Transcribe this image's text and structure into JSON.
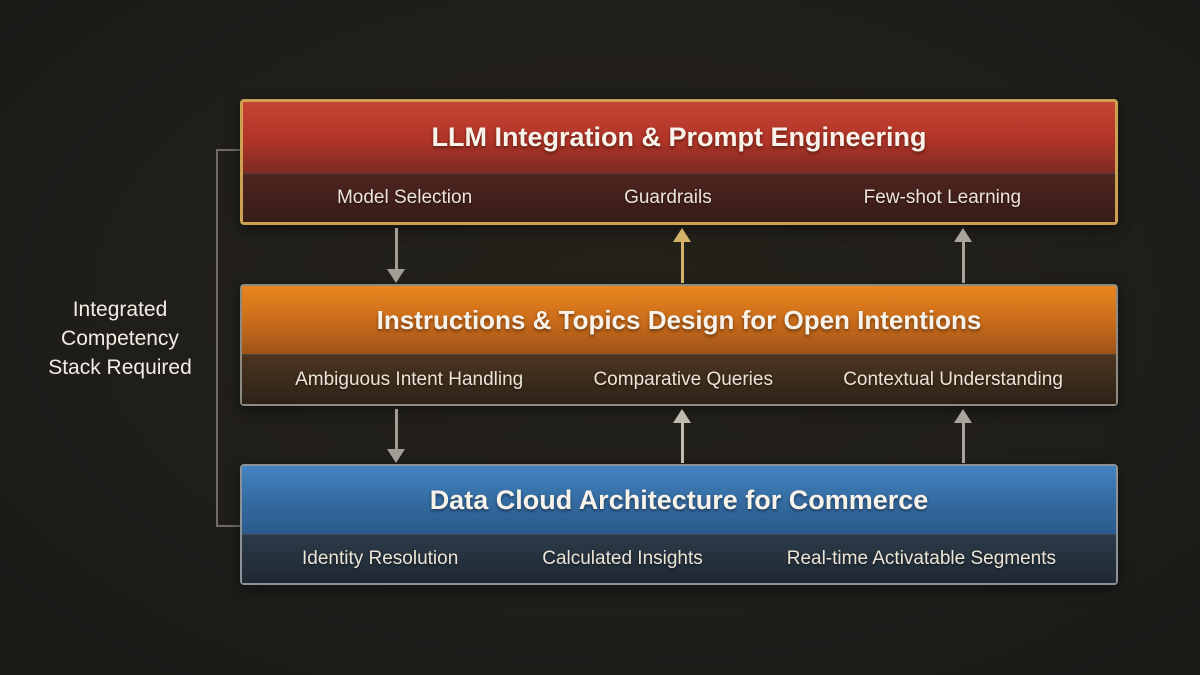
{
  "side_label": {
    "lines": [
      "Integrated",
      "Competency",
      "Stack Required"
    ]
  },
  "layers": [
    {
      "id": "llm-integration",
      "title": "LLM Integration & Prompt Engineering",
      "items": [
        "Model Selection",
        "Guardrails",
        "Few-shot Learning"
      ],
      "accent_color": "#c74534",
      "border_color": "#cba050"
    },
    {
      "id": "instructions-topics",
      "title": "Instructions & Topics Design for Open Intentions",
      "items": [
        "Ambiguous Intent Handling",
        "Comparative Queries",
        "Contextual Understanding"
      ],
      "accent_color": "#e8871f",
      "border_color": "#8d8a82"
    },
    {
      "id": "data-cloud",
      "title": "Data Cloud Architecture for Commerce",
      "items": [
        "Identity Resolution",
        "Calculated Insights",
        "Real-time Activatable Segments"
      ],
      "accent_color": "#4284c1",
      "border_color": "#8c9297"
    }
  ],
  "arrows": [
    {
      "gap": "llm-to-instructions",
      "position": "left",
      "direction": "down",
      "color": "#a19e96"
    },
    {
      "gap": "llm-to-instructions",
      "position": "middle",
      "direction": "up",
      "color": "#d2b369"
    },
    {
      "gap": "llm-to-instructions",
      "position": "right",
      "direction": "up",
      "color": "#a8a59c"
    },
    {
      "gap": "instructions-to-data",
      "position": "left",
      "direction": "down",
      "color": "#a19e96"
    },
    {
      "gap": "instructions-to-data",
      "position": "middle",
      "direction": "up",
      "color": "#c0bcaf"
    },
    {
      "gap": "instructions-to-data",
      "position": "right",
      "direction": "up",
      "color": "#a8a59c"
    }
  ],
  "colors": {
    "background": "#201e1b",
    "bracket": "#6e6b64",
    "title_text": "#f7f2ea",
    "item_text": "#ece4d6",
    "highlight_border_gold": "#cba050",
    "highlight_arrow_gold": "#d2b369"
  }
}
